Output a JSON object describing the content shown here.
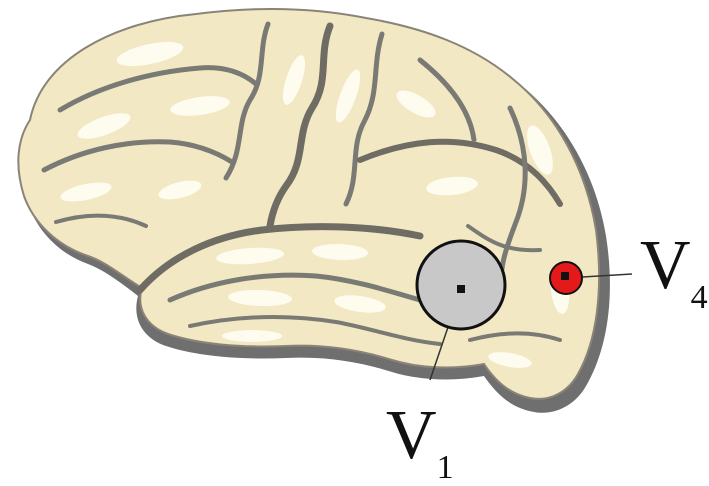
{
  "figure": {
    "labels": {
      "v1": {
        "main": "V",
        "sub": "1"
      },
      "v4": {
        "main": "V",
        "sub": "4"
      }
    }
  },
  "colors": {
    "background": "#ffffff",
    "brain_fill": "#f2e8c4",
    "brain_shadow": "#6f6f6f",
    "sulci": "#7a7a74",
    "highlight": "#fffdf4",
    "v1_fill": "#c8c8c8",
    "v4_fill": "#e41a1a",
    "marker": "#111111",
    "leader_line": "#333333"
  },
  "regions": [
    {
      "name": "V1",
      "shape": "circle",
      "fill": "grey"
    },
    {
      "name": "V4",
      "shape": "circle",
      "fill": "red"
    }
  ]
}
